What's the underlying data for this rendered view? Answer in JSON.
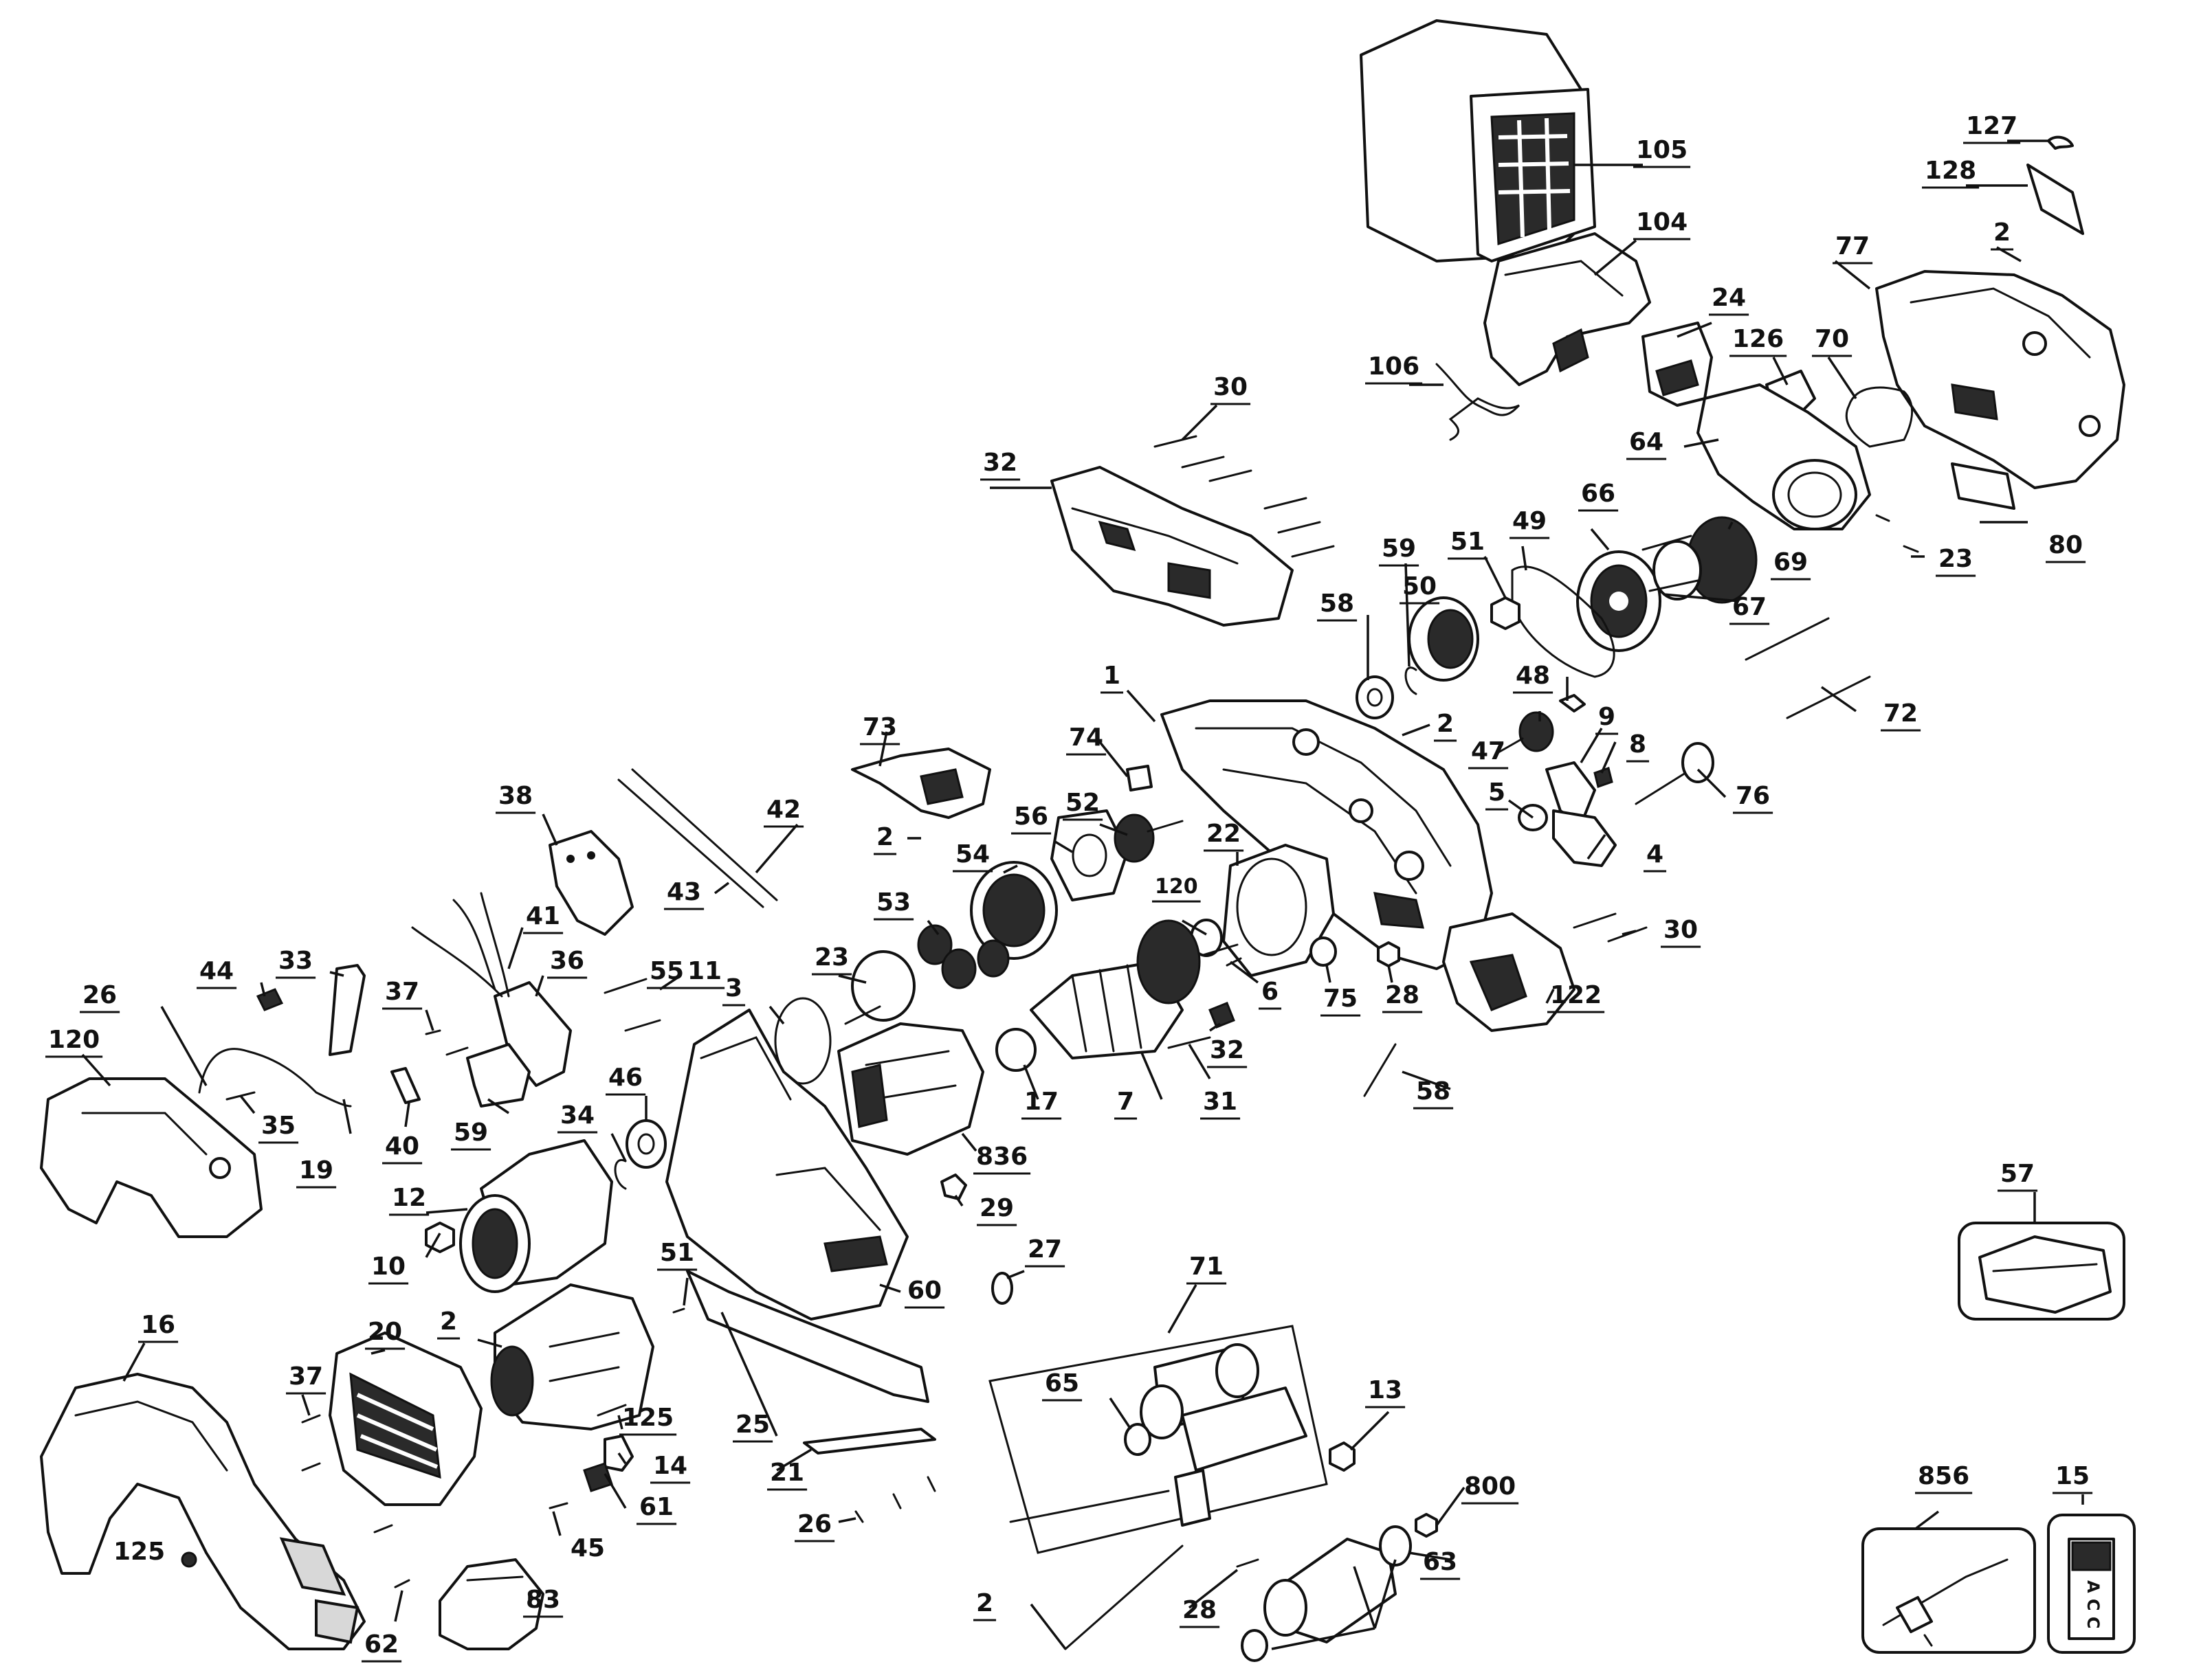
{
  "callouts": [
    {
      "id": "c105",
      "text": "105",
      "underline": true
    },
    {
      "id": "c104",
      "text": "104",
      "underline": true
    },
    {
      "id": "c127",
      "text": "127",
      "underline": true
    },
    {
      "id": "c128",
      "text": "128",
      "underline": true
    },
    {
      "id": "c77",
      "text": "77",
      "underline": true
    },
    {
      "id": "c2a",
      "text": "2",
      "underline": true
    },
    {
      "id": "c24",
      "text": "24",
      "underline": true
    },
    {
      "id": "c106",
      "text": "106",
      "underline": true
    },
    {
      "id": "c126",
      "text": "126",
      "underline": true
    },
    {
      "id": "c70",
      "text": "70",
      "underline": true
    },
    {
      "id": "c30a",
      "text": "30",
      "underline": true
    },
    {
      "id": "c64",
      "text": "64",
      "underline": true
    },
    {
      "id": "c32a",
      "text": "32",
      "underline": true
    },
    {
      "id": "c66",
      "text": "66",
      "underline": true
    },
    {
      "id": "c51a",
      "text": "51",
      "underline": true
    },
    {
      "id": "c49",
      "text": "49",
      "underline": true
    },
    {
      "id": "c59a",
      "text": "59",
      "underline": true
    },
    {
      "id": "c69",
      "text": "69",
      "underline": true
    },
    {
      "id": "c23a",
      "text": "23",
      "underline": true
    },
    {
      "id": "c80",
      "text": "80",
      "underline": true
    },
    {
      "id": "c50",
      "text": "50",
      "underline": true
    },
    {
      "id": "c58a",
      "text": "58",
      "underline": true
    },
    {
      "id": "c67",
      "text": "67",
      "underline": true
    },
    {
      "id": "c48",
      "text": "48",
      "underline": true
    },
    {
      "id": "c1",
      "text": "1",
      "underline": true
    },
    {
      "id": "c73",
      "text": "73",
      "underline": true
    },
    {
      "id": "c2b",
      "text": "2",
      "underline": true
    },
    {
      "id": "c72",
      "text": "72",
      "underline": true
    },
    {
      "id": "c74",
      "text": "74",
      "underline": true
    },
    {
      "id": "c9",
      "text": "9",
      "underline": true
    },
    {
      "id": "c8",
      "text": "8",
      "underline": true
    },
    {
      "id": "c47",
      "text": "47",
      "underline": true
    },
    {
      "id": "c5",
      "text": "5",
      "underline": true
    },
    {
      "id": "c76",
      "text": "76",
      "underline": true
    },
    {
      "id": "c56",
      "text": "56",
      "underline": true
    },
    {
      "id": "c52",
      "text": "52",
      "underline": true
    },
    {
      "id": "c38",
      "text": "38",
      "underline": true
    },
    {
      "id": "c42",
      "text": "42",
      "underline": true
    },
    {
      "id": "c2c",
      "text": "2",
      "underline": true
    },
    {
      "id": "c22",
      "text": "22",
      "underline": true
    },
    {
      "id": "c4",
      "text": "4",
      "underline": true
    },
    {
      "id": "c54",
      "text": "54",
      "underline": true
    },
    {
      "id": "c43",
      "text": "43",
      "underline": true
    },
    {
      "id": "c120a",
      "text": "120",
      "underline": true
    },
    {
      "id": "c30b",
      "text": "30",
      "underline": true
    },
    {
      "id": "c53",
      "text": "53",
      "underline": true
    },
    {
      "id": "c41",
      "text": "41",
      "underline": true
    },
    {
      "id": "c44",
      "text": "44",
      "underline": true
    },
    {
      "id": "c33",
      "text": "33",
      "underline": true
    },
    {
      "id": "c36",
      "text": "36",
      "underline": true
    },
    {
      "id": "c55",
      "text": "55",
      "underline": true
    },
    {
      "id": "c23b",
      "text": "23",
      "underline": true
    },
    {
      "id": "c6",
      "text": "6",
      "underline": true
    },
    {
      "id": "c75",
      "text": "75",
      "underline": true
    },
    {
      "id": "c28a",
      "text": "28",
      "underline": true
    },
    {
      "id": "c122",
      "text": "122",
      "underline": true
    },
    {
      "id": "c26a",
      "text": "26",
      "underline": true
    },
    {
      "id": "c37a",
      "text": "37",
      "underline": true
    },
    {
      "id": "c11",
      "text": "11",
      "underline": true
    },
    {
      "id": "c3",
      "text": "3",
      "underline": true
    },
    {
      "id": "c32b",
      "text": "32",
      "underline": true
    },
    {
      "id": "c120b",
      "text": "120",
      "underline": true
    },
    {
      "id": "c17",
      "text": "17",
      "underline": true
    },
    {
      "id": "c7",
      "text": "7",
      "underline": true
    },
    {
      "id": "c31",
      "text": "31",
      "underline": true
    },
    {
      "id": "c58b",
      "text": "58",
      "underline": true
    },
    {
      "id": "c46",
      "text": "46",
      "underline": true
    },
    {
      "id": "c35",
      "text": "35",
      "underline": true
    },
    {
      "id": "c40",
      "text": "40",
      "underline": true
    },
    {
      "id": "c59b",
      "text": "59",
      "underline": true
    },
    {
      "id": "c34",
      "text": "34",
      "underline": true
    },
    {
      "id": "c19",
      "text": "19",
      "underline": true
    },
    {
      "id": "c836",
      "text": "836",
      "underline": true
    },
    {
      "id": "c57",
      "text": "57",
      "underline": true
    },
    {
      "id": "c12",
      "text": "12",
      "underline": true
    },
    {
      "id": "c29",
      "text": "29",
      "underline": true
    },
    {
      "id": "c27",
      "text": "27",
      "underline": true
    },
    {
      "id": "c51b",
      "text": "51",
      "underline": true
    },
    {
      "id": "c10",
      "text": "10",
      "underline": true
    },
    {
      "id": "c60",
      "text": "60",
      "underline": true
    },
    {
      "id": "c71",
      "text": "71",
      "underline": true
    },
    {
      "id": "c16",
      "text": "16",
      "underline": true
    },
    {
      "id": "c20",
      "text": "20",
      "underline": true
    },
    {
      "id": "c2d",
      "text": "2",
      "underline": true
    },
    {
      "id": "c37b",
      "text": "37",
      "underline": true
    },
    {
      "id": "c125a",
      "text": "125",
      "underline": true
    },
    {
      "id": "c65",
      "text": "65",
      "underline": true
    },
    {
      "id": "c13",
      "text": "13",
      "underline": true
    },
    {
      "id": "c25",
      "text": "25",
      "underline": true
    },
    {
      "id": "c14",
      "text": "14",
      "underline": true
    },
    {
      "id": "c21",
      "text": "21",
      "underline": true
    },
    {
      "id": "c61",
      "text": "61",
      "underline": true
    },
    {
      "id": "c800",
      "text": "800",
      "underline": true
    },
    {
      "id": "c856",
      "text": "856",
      "underline": true
    },
    {
      "id": "c15",
      "text": "15",
      "underline": true
    },
    {
      "id": "c26b",
      "text": "26",
      "underline": true
    },
    {
      "id": "c45",
      "text": "45",
      "underline": false
    },
    {
      "id": "c125b",
      "text": "125",
      "underline": false
    },
    {
      "id": "c63",
      "text": "63",
      "underline": true
    },
    {
      "id": "c2e",
      "text": "2",
      "underline": true
    },
    {
      "id": "c28b",
      "text": "28",
      "underline": true
    },
    {
      "id": "c83",
      "text": "83",
      "underline": true
    },
    {
      "id": "c62",
      "text": "62",
      "underline": true
    }
  ],
  "kit_856_text": "A C C"
}
